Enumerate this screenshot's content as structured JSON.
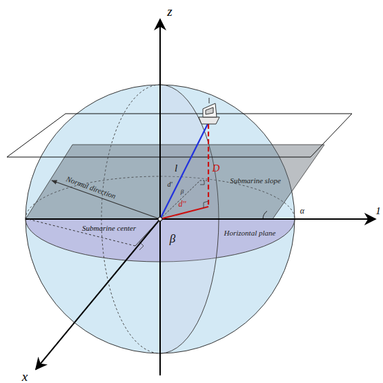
{
  "diagram": {
    "labels": [
      "z",
      "x",
      "1",
      "l",
      "D",
      "Submarine slope",
      "Normal direction",
      "Submarine center",
      "β",
      "Horizontal plane",
      "α",
      "d'",
      "β",
      "d''"
    ]
  }
}
